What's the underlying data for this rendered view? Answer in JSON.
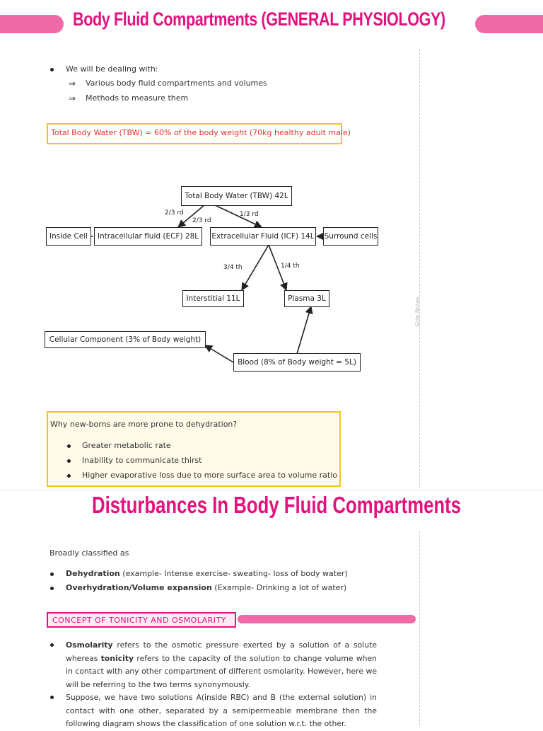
{
  "page1": {
    "title": "Body Fluid Compartments  (GENERAL PHYSIOLOGY)",
    "intro": "We will be dealing with:",
    "sub_items": [
      "Various body fluid compartments and volumes",
      "Methods to measure them"
    ],
    "tbw_note": "Total Body Water (TBW) = 60% of the body weight (70kg healthy adult male)",
    "side_notes": "Side Notes",
    "diagram": {
      "tbw": "Total Body Water (TBW) 42L",
      "inside_cell": "Inside Cell",
      "icf": "Intracellular fluid (ECF)  28L",
      "ecf": "Extracellular Fluid (ICF)  14L",
      "surround": "Surround cells",
      "interstitial": "Interstitial 11L",
      "plasma": "Plasma 3L",
      "cellular": "Cellular Component (3% of Body weight)",
      "blood": "Blood (8% of Body weight = 5L)",
      "label_23a": "2/3 rd",
      "label_23b": "2/3 rd",
      "label_13": "1/3 rd",
      "label_34": "3/4 th",
      "label_14": "1/4 th"
    },
    "newborn": {
      "question": "Why new-borns are more prone to dehydration?",
      "items": [
        "Greater metabolic rate",
        "Inability to communicate thirst",
        "Higher evaporative loss due to more surface area to volume ratio"
      ]
    }
  },
  "page2": {
    "title": "Disturbances In Body Fluid Compartments",
    "broadly": "Broadly classified as",
    "dehydration_term": "Dehydration",
    "dehydration_rest": " (example- Intense exercise- sweating- loss of body water)",
    "overhydration_term": "Overhydration/Volume expansion",
    "overhydration_rest": " (Example- Drinking a lot of water)",
    "section_heading": "CONCEPT OF TONICITY AND OSMOLARITY",
    "p1_term1": "Osmolarity",
    "p1_a": " refers to the osmotic pressure exerted by a solution of a solute whereas ",
    "p1_term2": "tonicity",
    "p1_b": " refers to the capacity of the solution to change volume when in contact with any other compartment of different osmolarity. However, here we will be referring to the two terms synonymously.",
    "p2": "Suppose, we have two solutions A(inside RBC) and B  (the external solution) in contact with one other, separated by a semipermeable membrane then the following diagram shows the classification of one solution w.r.t. the other."
  }
}
